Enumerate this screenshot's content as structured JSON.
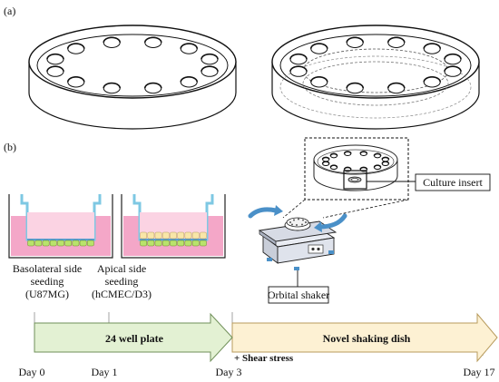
{
  "panel_a_label": "(a)",
  "panel_b_label": "(b)",
  "callouts": {
    "culture_insert": "Culture insert",
    "orbital_shaker": "Orbital shaker"
  },
  "seeding": {
    "basolateral": [
      "Basolateral side",
      "seeding",
      "(U87MG)"
    ],
    "apical": [
      "Apical side",
      "seeding",
      "(hCMEC/D3)"
    ]
  },
  "timeline": {
    "phase1": "24 well plate",
    "phase2": "Novel shaking dish",
    "shear_note": "+ Shear stress",
    "days": [
      "Day 0",
      "Day 1",
      "Day 3",
      "Day 17"
    ]
  },
  "colors": {
    "phase1_fill": "#e3f1d3",
    "phase1_stroke": "#6f8f58",
    "phase2_fill": "#fdf1d3",
    "phase2_stroke": "#b89b5c",
    "medium_pink": "#f4a7c8",
    "insert_blue": "#7ec8e3",
    "glioma_cells": "#b9e36b",
    "endothelial_cells": "#f9e6a8",
    "shaker_arrow": "#4a90c8"
  }
}
